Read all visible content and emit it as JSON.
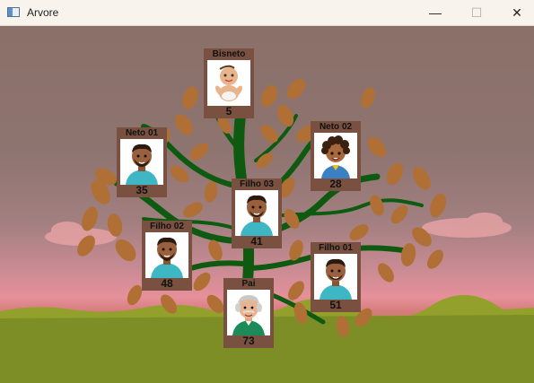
{
  "window": {
    "title": "Arvore",
    "minimize": "—",
    "maximize": "☐",
    "close": "✕"
  },
  "members": [
    {
      "name": "Bisneto",
      "age": "5"
    },
    {
      "name": "Neto 01",
      "age": "35"
    },
    {
      "name": "Neto 02",
      "age": "28"
    },
    {
      "name": "Filho 03",
      "age": "41"
    },
    {
      "name": "Filho 02",
      "age": "48"
    },
    {
      "name": "Filho 01",
      "age": "51"
    },
    {
      "name": "Pai",
      "age": "73"
    }
  ]
}
